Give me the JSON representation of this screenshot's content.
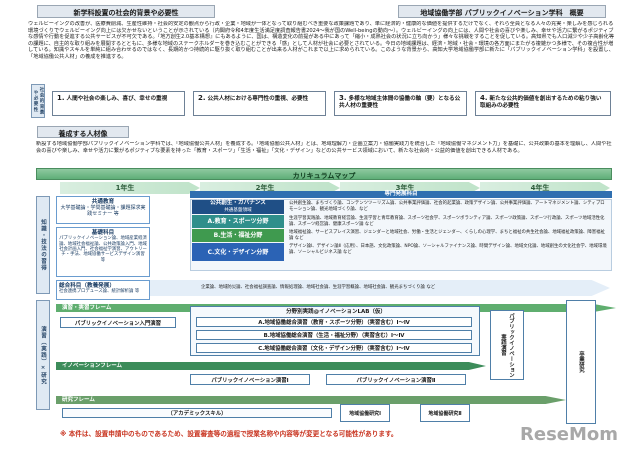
{
  "header": {
    "left_title": "新学科設置の社会的背景や必要性",
    "right_title": "地域協働学部 パブリックイノベーション学科　概要"
  },
  "background_text": "ウェルビーイングの改善が、医療費削減、生産性維持・社会的安定の観点から行政・企業・地域が一体となって取り組むべき重要な政策課題であり、単に経済的・健康的な価値を提供するだけでなく、それら全員となる人々の充実・楽しみを感じられる環境づくりでウェルビーイング向上には欠かせないということが示されている（内閣府令和4年度生活満足度調査報告書2024～我が国のWell-beingの動向～）。ウェルビーイングの向上には、人間や社会の喜びや楽しみ、幸せや活力に繋がるポジティブな感情や行動を促進する公共サービスが不可欠である。『地方創生2.0基本構想』にもあるように、国は、構造変化の前提がある中にあって「縮小・成熟社会の状況に立ち向かう」様々な挑戦をすることを促している。高知県でも人口減少や少子高齢化等の課題に、自主的な取り組みを展開するとともに、多様な地域のステークホルダーを巻き込むことができる「感」として人材が社会に必要とされている。今日の地域課題は、経済・地域・社会・環境の各方面にまたがる複雑かつ多様で、その複合性が増している。知識やスキルを単純に組み合わせるのではなく、長期的かつ持続的に駆り抜く取り組むことが出来る人材がこれまで以上に求められている。このような背景から、高知大学地域協働学部に新たに「パブリックイノベーション学科」を設置し、「地域協働公共人材」の養成を推進する。",
  "bg_label": "社会的背景や必要性",
  "needs": [
    {
      "num": "1.",
      "text": "人間や社会の楽しみ、喜び、幸せの重視"
    },
    {
      "num": "2.",
      "text": "公共人材における専門性の重視、必要性"
    },
    {
      "num": "3.",
      "text": "多様な地域主体間の協働の軸（要）となる公共人材の重要性"
    },
    {
      "num": "4.",
      "text": "新たな公共的価値を創出するための粘り強い取組みの必要性"
    }
  ],
  "jinzai": {
    "title": "養成する人材像",
    "text": "新設する地域協働学部パブリックイノベーション学科では、「地域協働公共人材」を養成する。「地域協働公共人材」とは、地域理解力・企画立案力・協働実践力を統合した「地域協働マネジメント力」を基礎に、公共政策の基本を理解し、人間や社会の喜びや楽しみ、幸せや活力に繋がるポジティブな要素を持った「教育・スポーツ」「生活・福祉」「文化・デザイン」などの公共サービス領域において、新たな社会的・公益的価値を創出できる人材である。"
  },
  "curriculum": {
    "banner": "カリキュラムマップ",
    "years": [
      "1年生",
      "2年生",
      "3年生",
      "4年生"
    ],
    "section_knowledge": "知識・技法の習得",
    "section_practice": "演習（実践）×研究",
    "kyoyo": {
      "title": "共通教育",
      "text": "大学基礎論・学問基礎論・課題探求実践セミナー 等"
    },
    "kiso": {
      "title": "基礎科目",
      "text": "パブリックイノベーション論、地域産業経済論、地域社会福祉論、公共政策論入門、地域社会計画入門、社会福祉学演習、アウトリーチ・手法、地域協働サービスデザイン演習 等"
    },
    "advanced_header": "専門発展科目",
    "fields": [
      {
        "name": "公共創生・ガバナンス",
        "sub": "共通基盤領域",
        "desc": "公共創生論、まちづくり論、コンテンツツーリズム論、公共事業評価論、社会的起業論、政策デザイン論、公共事業評価論、アートマネジメント論、シティプロモーション論、観光地域づくり論、など"
      },
      {
        "name": "A.教育・スポーツ分野",
        "sub": "",
        "desc": "生涯学習実践論、地域教育経営論、生涯学習と青年教育論、スポーツ社会学、スポーツボランティア論、スポーツ政策論、スポーツ行政論、スポーツ地域活性化論、スポーツ経営論、健康スポーツ論 など"
      },
      {
        "name": "B.生活・福祉分野",
        "sub": "",
        "desc": "地域福祉論、サービスプレイス演習、ジェンダーと地域社会、労働・生活とジェンダー、くらしの心理学、まちと福祉の共生社会論、地域福祉政策論、障害福祉論 など"
      },
      {
        "name": "C.文化・デザイン分野",
        "sub": "",
        "desc": "デザイン論Ⅰ、デザイン論Ⅱ（応用）、日本語、文化政策論、NPO論、ソーシャルファイナンス論、時間デザイン論、地域文化論、地域創生の文化社会学、地域環境論、ソーシャルビジネス論 など"
      }
    ],
    "sogo": {
      "title": "総合科目（教養発展）",
      "text": "社会連携プロデュース論、統計解析論 等",
      "desc": "企業論、地域防災論、社会福祉調査論、情報処理論、地域社会論、生涯学習概論、地域社会論、観光まちづくり論 など"
    },
    "enshu_frame": "演習・実習フレーム",
    "intro_enshu": "パブリックイノベーション入門演習",
    "lab_header": "分野別実践@イノベーションLAB（仮）",
    "labs": [
      "A.地域協働総合演習（教育・スポーツ分野）（実習含む）Ⅰ～Ⅳ",
      "B.地域協働総合演習（生活・福祉分野）（実習含む）Ⅰ～Ⅳ",
      "C.地域協働総合演習（文化・デザイン分野）（実習含む）Ⅰ～Ⅳ"
    ],
    "jissen": "パブリックイノベーション実践演習",
    "innovation_frame": "イノベーションフレーム",
    "pi_enshu1": "パブリックイノベーション演習Ⅰ",
    "pi_enshu2": "パブリックイノベーション演習Ⅱ",
    "research_frame": "研究フレーム",
    "academic": "（アカデミックスキル）",
    "kenkyu1": "地域協働研究Ⅰ",
    "kenkyu2": "地域協働研究Ⅱ",
    "sotsugyo": "卒業研究"
  },
  "footer_note": "※ 本件は、設置申請中のものであるため、設置審査等の過程で授業名称や内容等が変更となる可能性があります。",
  "watermark": "ReseMom",
  "colors": {
    "navy": "#1f4f86",
    "teal_a": "#2f8f8b",
    "green_b": "#3f9a4f",
    "blue_c": "#2b63b5",
    "red_note": "#c8321e"
  }
}
